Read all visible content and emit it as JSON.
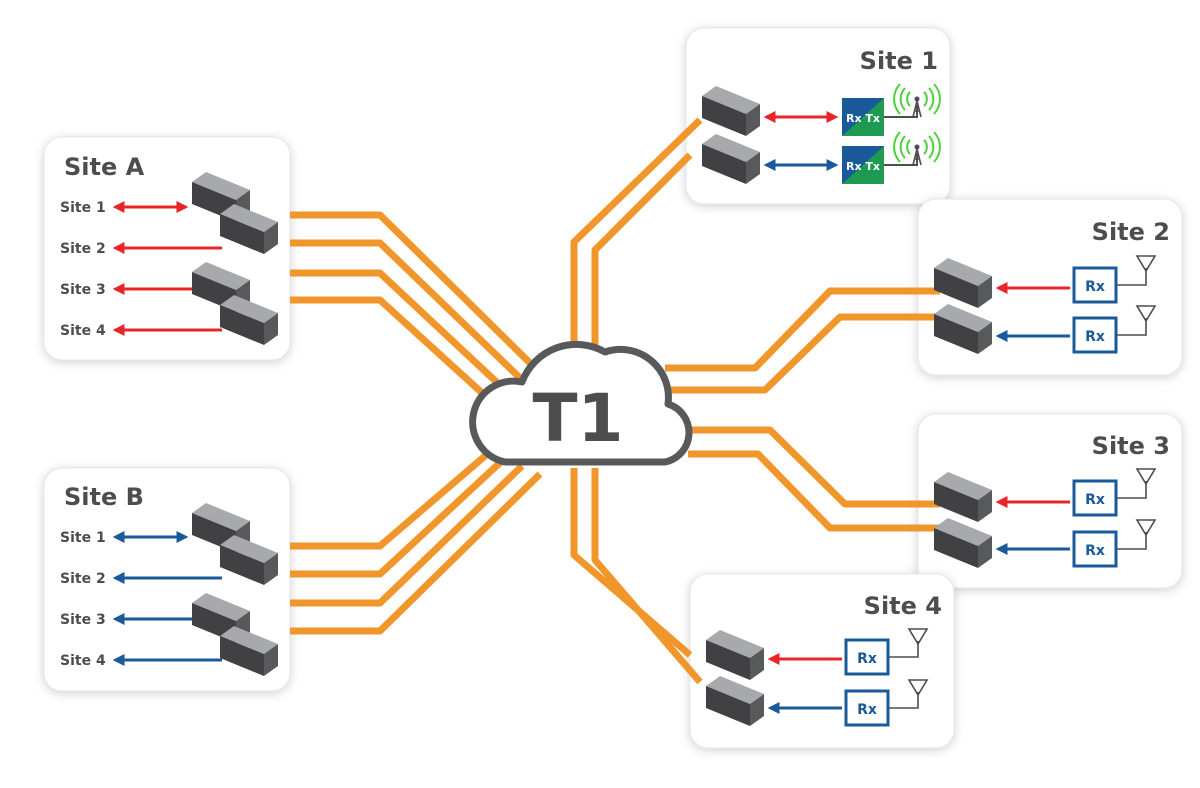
{
  "cloud": {
    "label": "T1"
  },
  "sites": {
    "site_a": {
      "title": "Site A",
      "rows": [
        "Site 1",
        "Site 2",
        "Site 3",
        "Site 4"
      ]
    },
    "site_b": {
      "title": "Site B",
      "rows": [
        "Site 1",
        "Site 2",
        "Site 3",
        "Site 4"
      ]
    },
    "site_1": {
      "title": "Site 1",
      "units": [
        "Rx Tx",
        "Rx Tx"
      ]
    },
    "site_2": {
      "title": "Site 2",
      "units": [
        "Rx",
        "Rx"
      ]
    },
    "site_3": {
      "title": "Site 3",
      "units": [
        "Rx",
        "Rx"
      ]
    },
    "site_4": {
      "title": "Site 4",
      "units": [
        "Rx",
        "Rx"
      ]
    }
  },
  "colors": {
    "link": "#f0962a",
    "red_signal": "#e8262a",
    "blue_signal": "#1a5a9a",
    "device": "#58595b",
    "panel_border": "#e6e6e6",
    "rxtx_green": "#1e9a52",
    "rxtx_blue": "#1a5a9a",
    "broadcast_green": "#4cd13a"
  },
  "icons": [
    "device-box-icon",
    "cloud-icon",
    "broadcast-tower-icon",
    "antenna-icon",
    "arrow-icon"
  ]
}
